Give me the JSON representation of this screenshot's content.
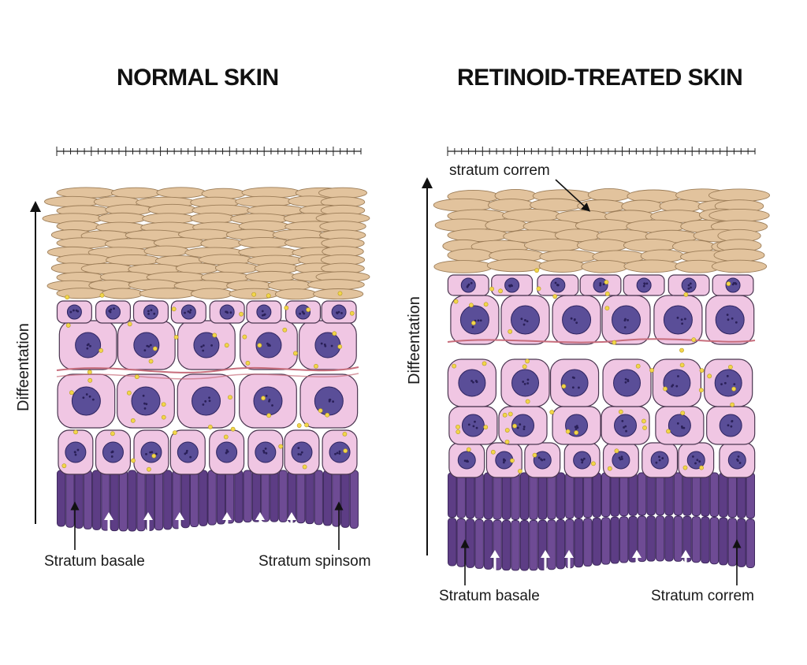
{
  "panels": {
    "normal": {
      "title": "NORMAL SKIN",
      "axis_label": "Diffeentation",
      "label_left": "Stratum basale",
      "label_right": "Stratum spinsom"
    },
    "retinoid": {
      "title": "RETINOID-TREATED SKIN",
      "axis_label": "Diffeentation",
      "top_label": "stratum correm",
      "label_left": "Stratum basale",
      "label_right": "Stratum correm"
    }
  },
  "colors": {
    "corneum": "#e2c39d",
    "corneum_stroke": "#9c7d58",
    "cell_fill": "#f0c6e3",
    "cell_stroke": "#4a3650",
    "nucleus": "#5a4e98",
    "basal_fill": "#6e4b94",
    "basal_dark": "#3f2a5e",
    "granule": "#f2d64a",
    "band": "#c76d7c",
    "arrow": "#111111"
  }
}
